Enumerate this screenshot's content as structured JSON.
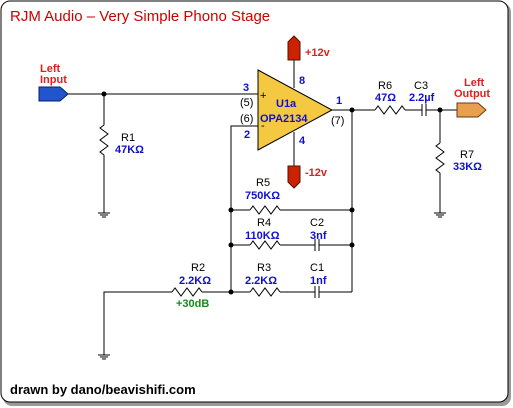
{
  "title": "RJM Audio – Very Simple Phono Stage",
  "credit": "drawn by dano/beavishifi.com",
  "colors": {
    "title": "#cc0000",
    "part_value": "#1010cc",
    "gain": "#1a8a1a",
    "opamp_fill": "#f5c842",
    "input_connector": "#2255cc",
    "output_connector": "#e8a050",
    "rail_connector": "#cc2200"
  },
  "left_input": {
    "line1": "Left",
    "line2": "Input"
  },
  "left_output": {
    "line1": "Left",
    "line2": "Output"
  },
  "supply_pos": "+12v",
  "supply_neg": "-12v",
  "opamp": {
    "ref": "U1a",
    "part": "OPA2134",
    "pin_inplus": "3",
    "pin_inminus": "2",
    "pin_out": "1",
    "pin_vpos": "8",
    "pin_vneg": "4",
    "alt_inplus": "(5)",
    "alt_inminus": "(6)",
    "alt_out": "(7)",
    "plus_sign": "+",
    "minus_sign": "-"
  },
  "r1": {
    "ref": "R1",
    "value": "47KΩ"
  },
  "r2": {
    "ref": "R2",
    "value": "2.2KΩ",
    "gain": "+30dB"
  },
  "r3": {
    "ref": "R3",
    "value": "2.2KΩ"
  },
  "r4": {
    "ref": "R4",
    "value": "110KΩ"
  },
  "r5": {
    "ref": "R5",
    "value": "750KΩ"
  },
  "r6": {
    "ref": "R6",
    "value": "47Ω"
  },
  "r7": {
    "ref": "R7",
    "value": "33KΩ"
  },
  "c1": {
    "ref": "C1",
    "value": "1nf"
  },
  "c2": {
    "ref": "C2",
    "value": "3nf"
  },
  "c3": {
    "ref": "C3",
    "value": "2.2µf"
  }
}
